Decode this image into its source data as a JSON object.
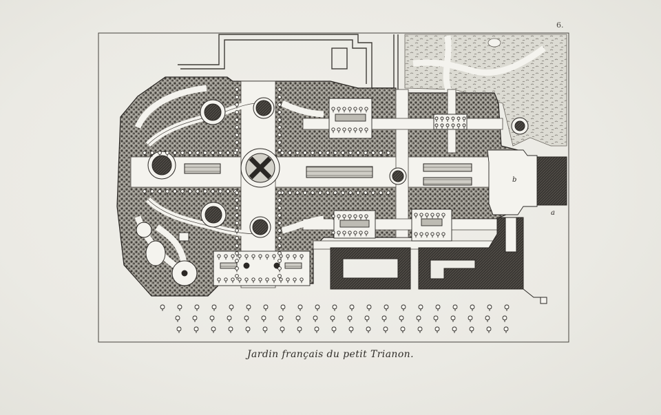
{
  "plate": {
    "number": "6."
  },
  "caption": "Jardin français du petit Trianon.",
  "map": {
    "labels": [
      {
        "id": "b",
        "text": "b"
      },
      {
        "id": "a",
        "text": "a"
      }
    ]
  },
  "colors": {
    "paper": "#ecebe5",
    "ink": "#2a2724",
    "bosquet": "#8c8a83",
    "building": "#3b3834",
    "path": "#f4f3ee"
  }
}
